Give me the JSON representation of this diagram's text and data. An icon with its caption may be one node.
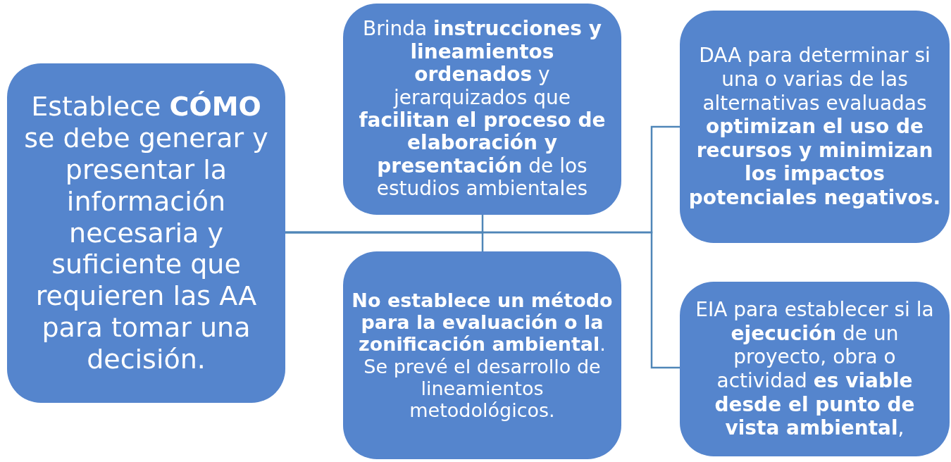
{
  "diagram": {
    "nodes": [
      {
        "text": [
          "Establece **CÓMO** se debe generar y presentar la información necesaria y suficiente que requieren las AA para tomar una decisión."
        ]
      },
      {
        "text": [
          "Brinda **instrucciones y lineamientos ordenados** y jerarquizados que **facilitan el proceso de elaboración y presentación** de los estudios ambientales"
        ]
      },
      {
        "text": [
          "**No establece un método para la evaluación o la zonificación ambiental**. Se prevé el desarrollo de lineamientos metodológicos."
        ]
      },
      {
        "text": [
          "DAA para determinar si una o varias de las alternativas evaluadas **optimizan el uso de recursos y minimizan los impactos potenciales negativos.**"
        ]
      },
      {
        "text": [
          "EIA para establecer si la **ejecución** de un proyecto, obra o actividad **es viable desde el punto de vista ambiental**,"
        ]
      }
    ],
    "edges": [
      {
        "from": 0,
        "to": 1,
        "arrow": "none"
      },
      {
        "from": 0,
        "to": 2,
        "arrow": "none"
      },
      {
        "from": 0,
        "to": 3,
        "arrow": "none"
      },
      {
        "from": 0,
        "to": 4,
        "arrow": "none"
      }
    ]
  }
}
